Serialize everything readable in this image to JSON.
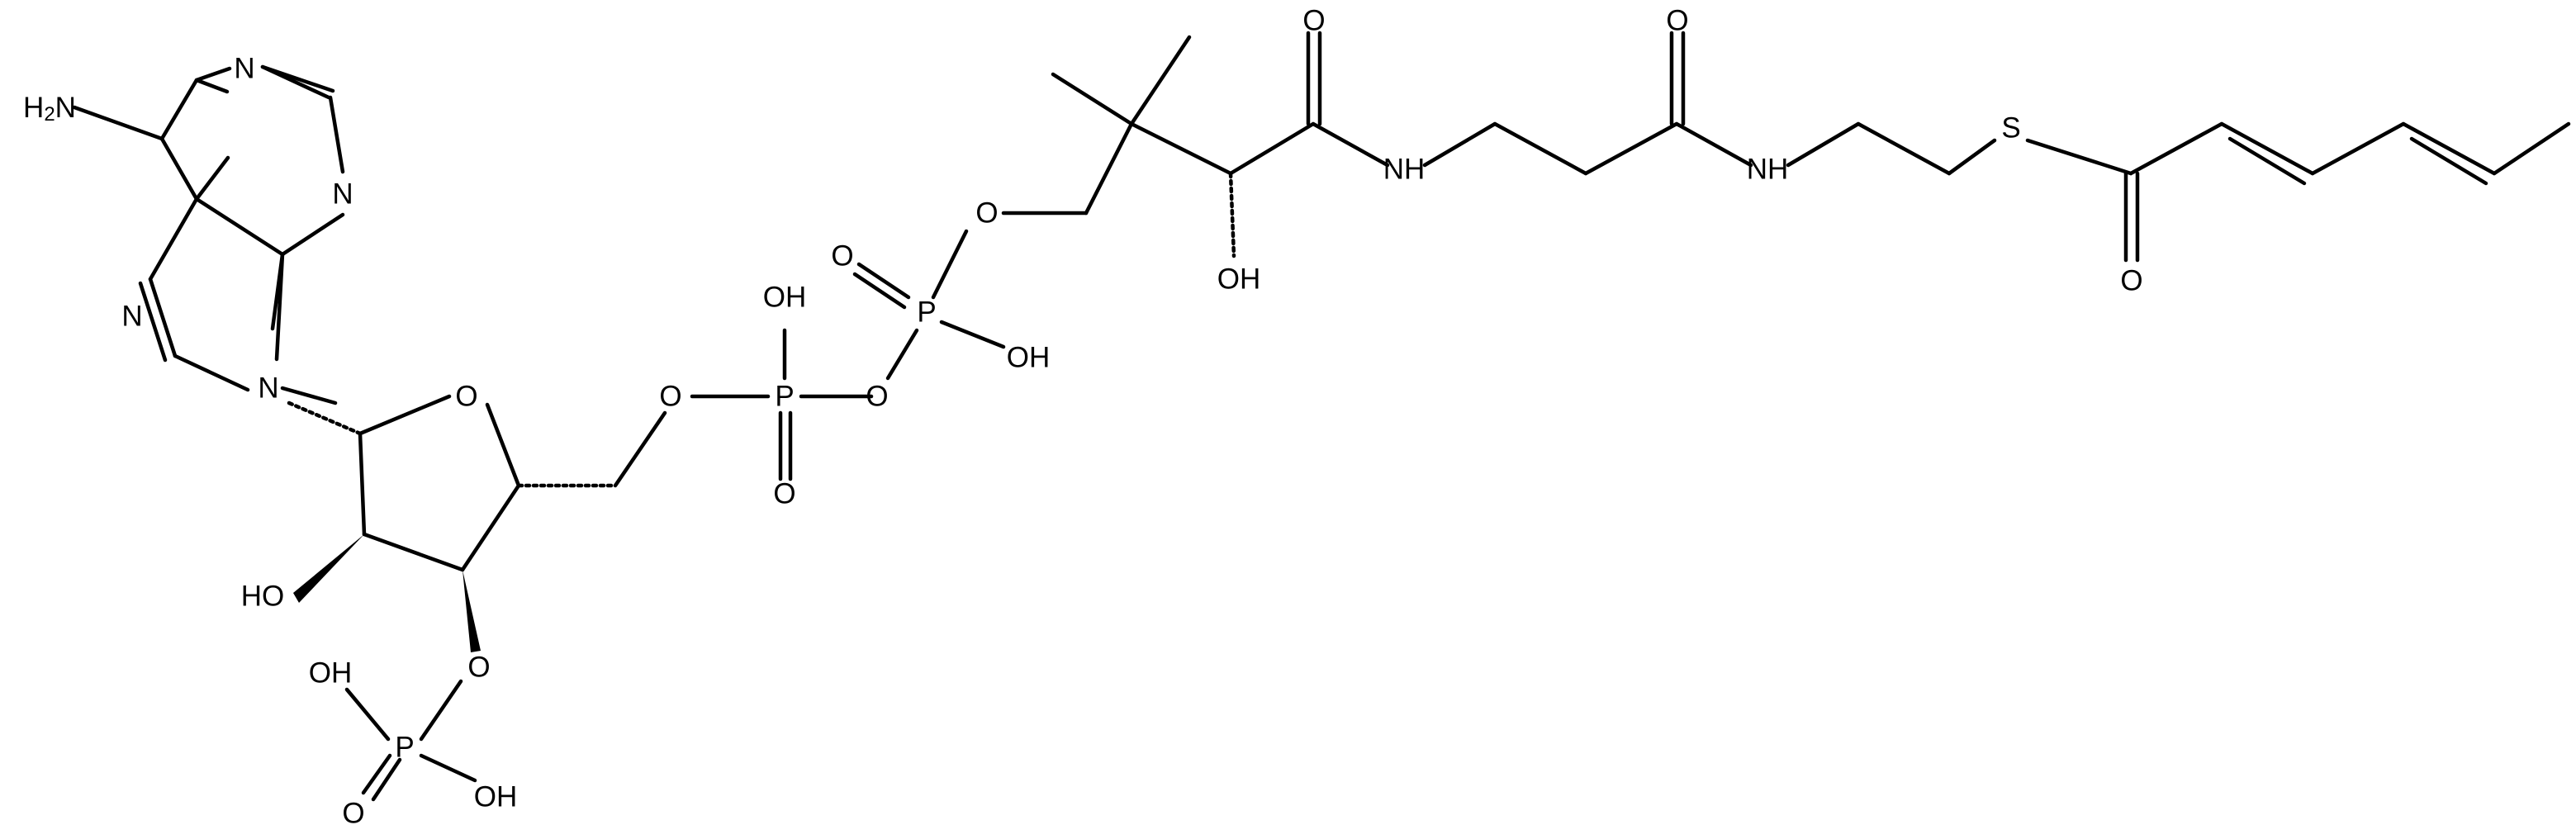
{
  "labels": {
    "nh2": "H2N",
    "n1": "N",
    "n3": "N",
    "n7": "N",
    "n9": "N",
    "o_ring": "O",
    "o5": "O",
    "p1": "P",
    "p1_oh": "OH",
    "p1_o_bridge": "O",
    "p1_o_double": "O",
    "p2": "P",
    "p2_o_double": "O",
    "p2_oh": "OH",
    "p2_o_ester": "O",
    "oh_2prime": "HO",
    "o_3prime": "O",
    "p3": "P",
    "p3_oh_top": "OH",
    "p3_o_double": "O",
    "p3_oh_bottom": "OH",
    "oh_pantoate": "OH",
    "amide1_o": "O",
    "amide1_nh": "NH",
    "amide2_o": "O",
    "amide2_nh": "NH",
    "s": "S",
    "thioester_o": "O"
  }
}
